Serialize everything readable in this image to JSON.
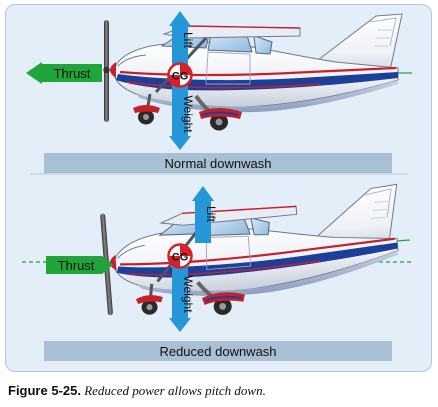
{
  "panels": [
    {
      "thrust_label": "Thrust",
      "lift_label": "Lift",
      "weight_label": "Weight",
      "cg_label": "CG",
      "downwash_label": "Normal downwash"
    },
    {
      "thrust_label": "Thrust",
      "lift_label": "Lift",
      "weight_label": "Weight",
      "cg_label": "CG",
      "downwash_label": "Reduced downwash"
    }
  ],
  "caption": {
    "figure_label": "Figure 5-25.",
    "text": "Reduced power allows pitch down."
  },
  "colors": {
    "panel_background": "#e4eef9",
    "thrust_arrow": "#1fa539",
    "lift_weight_arrow": "#2596d8",
    "cg_marker": "#d8202a",
    "fuselage_stripe_blue": "#1c3f9a",
    "fuselage_stripe_red": "#c8202a",
    "downwash_bar": "#a9bfd3"
  },
  "icons": [
    "propeller-icon",
    "airplane-icon",
    "cg-marker-icon",
    "thrust-arrow-icon",
    "lift-arrow-icon",
    "weight-arrow-icon"
  ]
}
